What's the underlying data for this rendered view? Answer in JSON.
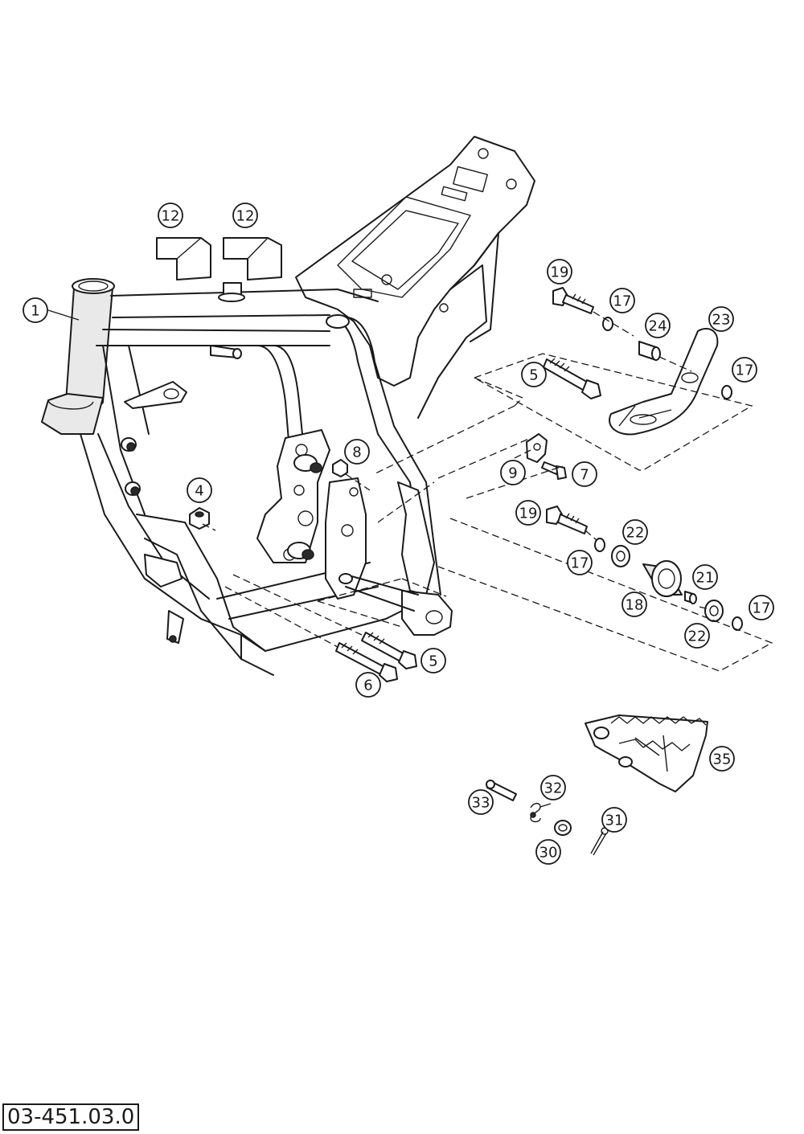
{
  "diagram": {
    "code": "03-451.03.0",
    "callouts": [
      {
        "id": "c1",
        "label": "1"
      },
      {
        "id": "c4",
        "label": "4"
      },
      {
        "id": "c5a",
        "label": "5"
      },
      {
        "id": "c5b",
        "label": "5"
      },
      {
        "id": "c6",
        "label": "6"
      },
      {
        "id": "c7",
        "label": "7"
      },
      {
        "id": "c8",
        "label": "8"
      },
      {
        "id": "c9",
        "label": "9"
      },
      {
        "id": "c12a",
        "label": "12"
      },
      {
        "id": "c12b",
        "label": "12"
      },
      {
        "id": "c17a",
        "label": "17"
      },
      {
        "id": "c17b",
        "label": "17"
      },
      {
        "id": "c17c",
        "label": "17"
      },
      {
        "id": "c17d",
        "label": "17"
      },
      {
        "id": "c18",
        "label": "18"
      },
      {
        "id": "c19a",
        "label": "19"
      },
      {
        "id": "c19b",
        "label": "19"
      },
      {
        "id": "c21",
        "label": "21"
      },
      {
        "id": "c22a",
        "label": "22"
      },
      {
        "id": "c22b",
        "label": "22"
      },
      {
        "id": "c23",
        "label": "23"
      },
      {
        "id": "c24",
        "label": "24"
      },
      {
        "id": "c30",
        "label": "30"
      },
      {
        "id": "c31",
        "label": "31"
      },
      {
        "id": "c32",
        "label": "32"
      },
      {
        "id": "c33",
        "label": "33"
      },
      {
        "id": "c35",
        "label": "35"
      }
    ]
  }
}
